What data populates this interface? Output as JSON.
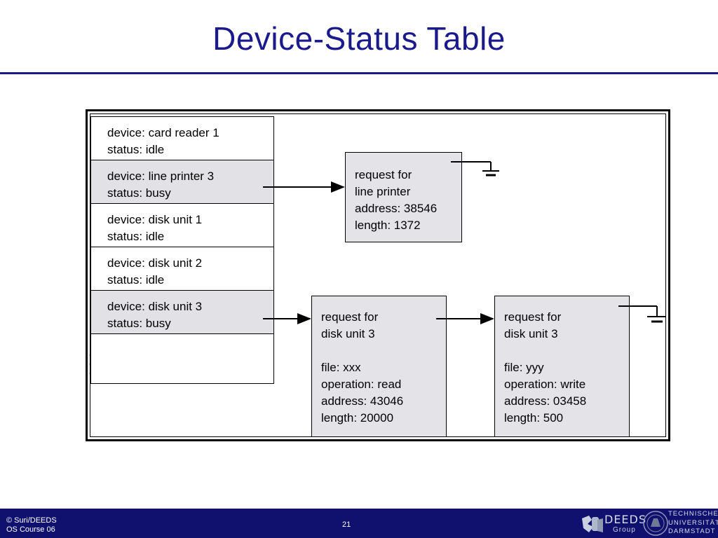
{
  "slide": {
    "title": "Device-Status Table"
  },
  "table": {
    "rows": [
      {
        "device": "device: card reader 1",
        "status": "status: idle",
        "busy": false
      },
      {
        "device": "device: line printer 3",
        "status": "status: busy",
        "busy": true
      },
      {
        "device": "device: disk unit 1",
        "status": "status: idle",
        "busy": false
      },
      {
        "device": "device: disk unit 2",
        "status": "status: idle",
        "busy": false
      },
      {
        "device": "device: disk unit 3",
        "status": "status: busy",
        "busy": true
      }
    ],
    "continuation": ". . ."
  },
  "requests": {
    "printer": {
      "line1": "request for",
      "line2": "line printer",
      "address": "address: 38546",
      "length": "length: 1372"
    },
    "disk_a": {
      "line1": "request for",
      "line2": "disk unit 3",
      "file": "file: xxx",
      "operation": "operation: read",
      "address": "address: 43046",
      "length": "length: 20000"
    },
    "disk_b": {
      "line1": "request for",
      "line2": "disk unit 3",
      "file": "file: yyy",
      "operation": "operation: write",
      "address": "address: 03458",
      "length": "length: 500"
    }
  },
  "footer": {
    "copyright": "© Suri/DEEDS",
    "course": "OS Course 06",
    "page": "21",
    "deeds_name": "DEEDS",
    "deeds_sub": "Group",
    "tu_line1": "TECHNISCHE",
    "tu_line2": "UNIVERSITÄT",
    "tu_line3": "DARMSTADT"
  },
  "colors": {
    "title": "#1a1a8c",
    "footer_bg": "#10106e",
    "busy_row": "#e2e2e6",
    "request_box": "#e4e3e8"
  }
}
